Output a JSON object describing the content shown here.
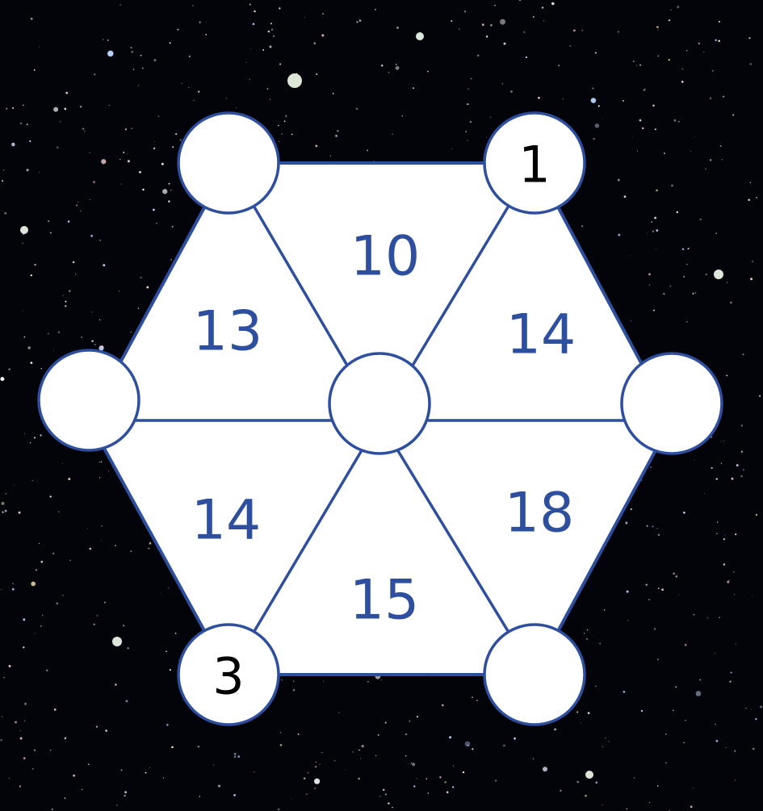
{
  "colors": {
    "background": "#03030a",
    "line": "#2e4e9e",
    "fill": "#ffffff",
    "triangle_text": "#2e4e9e",
    "node_text": "#000000"
  },
  "triangles": [
    {
      "id": "top",
      "value": "10"
    },
    {
      "id": "upper-left",
      "value": "13"
    },
    {
      "id": "upper-right",
      "value": "14"
    },
    {
      "id": "lower-left",
      "value": "14"
    },
    {
      "id": "bottom",
      "value": "15"
    },
    {
      "id": "lower-right",
      "value": "18"
    }
  ],
  "nodes": [
    {
      "id": "top-left",
      "value": ""
    },
    {
      "id": "top-right",
      "value": "1"
    },
    {
      "id": "left",
      "value": ""
    },
    {
      "id": "center",
      "value": ""
    },
    {
      "id": "right",
      "value": ""
    },
    {
      "id": "bottom-left",
      "value": "3"
    },
    {
      "id": "bottom-right",
      "value": ""
    }
  ]
}
